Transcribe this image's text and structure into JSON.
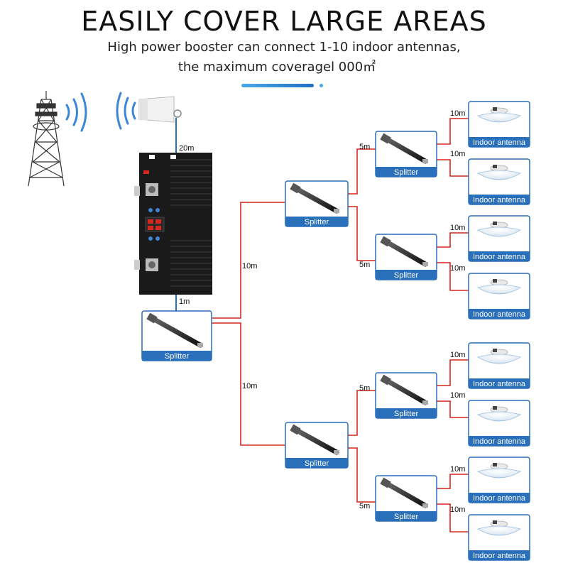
{
  "header": {
    "title": "EASILY COVER LARGE AREAS",
    "subtitle_line1": "High power booster can connect 1-10 indoor antennas,",
    "subtitle_line2": "the maximum coveragel  000㎡"
  },
  "colors": {
    "cable_red": "#d8261e",
    "cable_blue": "#2a6fba",
    "box_border": "#2a6fba",
    "label_bar": "#2a6fba",
    "signal_blue": "#3b86d6",
    "booster_black": "#1a1a1a"
  },
  "components": {
    "tower": "cell-tower-icon",
    "outdoor_antenna": "outdoor-antenna-icon",
    "booster": "signal-booster-icon"
  },
  "cables": {
    "outdoor_to_booster": "20m",
    "booster_to_splitter": "1m"
  },
  "labels": {
    "splitter": "Splitter",
    "indoor_antenna": "Indoor antenna"
  },
  "tree": {
    "root": "Splitter",
    "level1_cable": "10m",
    "level2_cable": "5m",
    "antenna_cable": "10m",
    "branches": [
      {
        "cable": "10m",
        "name": "Splitter",
        "children": [
          {
            "cable": "5m",
            "name": "Splitter",
            "antennas": [
              {
                "cable": "10m",
                "name": "Indoor antenna"
              },
              {
                "cable": "10m",
                "name": "Indoor antenna"
              }
            ]
          },
          {
            "cable": "5m",
            "name": "Splitter",
            "antennas": [
              {
                "cable": "10m",
                "name": "Indoor antenna"
              },
              {
                "cable": "10m",
                "name": "Indoor antenna"
              }
            ]
          }
        ]
      },
      {
        "cable": "10m",
        "name": "Splitter",
        "children": [
          {
            "cable": "5m",
            "name": "Splitter",
            "antennas": [
              {
                "cable": "10m",
                "name": "Indoor antenna"
              },
              {
                "cable": "10m",
                "name": "Indoor antenna"
              }
            ]
          },
          {
            "cable": "5m",
            "name": "Splitter",
            "antennas": [
              {
                "cable": "10m",
                "name": "Indoor antenna"
              },
              {
                "cable": "10m",
                "name": "Indoor antenna"
              }
            ]
          }
        ]
      }
    ]
  }
}
